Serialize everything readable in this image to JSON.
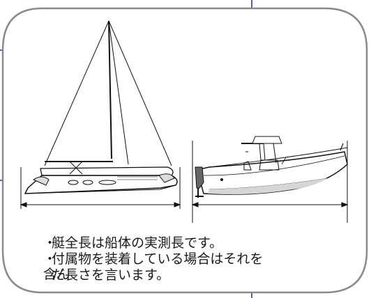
{
  "notes": [
    {
      "bullet": "・",
      "text": "艇全長は船体の実測長です。"
    },
    {
      "bullet": "・",
      "text": "付属物を装着している場合はそれを含ん"
    },
    {
      "bullet": "",
      "text": "だ長さを言います。"
    }
  ],
  "colors": {
    "frame": "#8a8a8a",
    "line": "#111111",
    "accent": "#1c2c8c"
  }
}
